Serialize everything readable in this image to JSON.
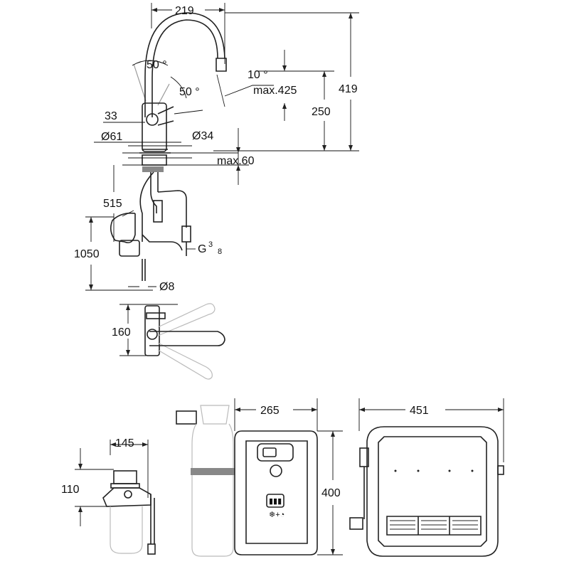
{
  "dimensions": {
    "faucet_width": "219",
    "faucet_height": "419",
    "spout_height": "250",
    "swivel_angle_left": "50 °",
    "swivel_angle_right": "50 °",
    "spout_tilt": "10 °",
    "max_reach": "max.425",
    "body_offset": "33",
    "base_diameter": "Ø61",
    "hole_diameter": "Ø34",
    "max_thickness": "max.60",
    "hose_length": "515",
    "overall_length": "1050",
    "connection_thread": "G",
    "thread_num": "3",
    "thread_den": "8",
    "tube_diameter": "Ø8",
    "handle_height": "160",
    "filter_width": "145",
    "filter_height": "110",
    "chiller_width": "265",
    "chiller_height": "400",
    "chiller_depth": "451"
  },
  "panel": {
    "icon_text": "▮▮▮",
    "sub_text": "❄+◔"
  }
}
